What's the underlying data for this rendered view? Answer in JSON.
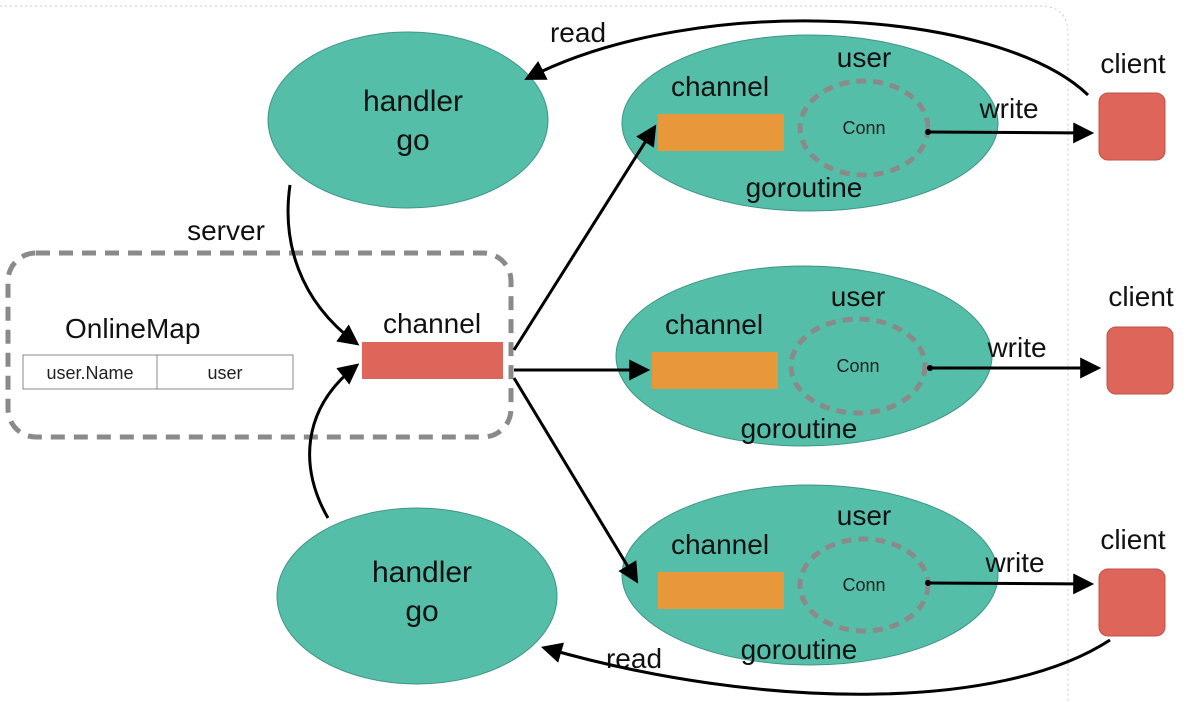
{
  "colors": {
    "ellipse_fill": "#55bea8",
    "ellipse_stroke": "#3f9585",
    "channel_orange": "#e8973a",
    "channel_red": "#dd655a",
    "client_red": "#dd655a",
    "dash_gray": "#8a8a8a",
    "arrow": "#000000"
  },
  "top_handler": {
    "line1": "handler",
    "line2": "go"
  },
  "bottom_handler": {
    "line1": "handler",
    "line2": "go"
  },
  "labels": {
    "read_top": "read",
    "read_bottom": "read",
    "server": "server"
  },
  "onlinemap": {
    "title": "OnlineMap",
    "col1": "user.Name",
    "col2": "user"
  },
  "central_channel": {
    "label": "channel"
  },
  "goroutines": [
    {
      "channel": "channel",
      "user": "user",
      "conn": "Conn",
      "goroutine": "goroutine",
      "write": "write",
      "client": "client"
    },
    {
      "channel": "channel",
      "user": "user",
      "conn": "Conn",
      "goroutine": "goroutine",
      "write": "write",
      "client": "client"
    },
    {
      "channel": "channel",
      "user": "user",
      "conn": "Conn",
      "goroutine": "goroutine",
      "write": "write",
      "client": "client"
    }
  ]
}
